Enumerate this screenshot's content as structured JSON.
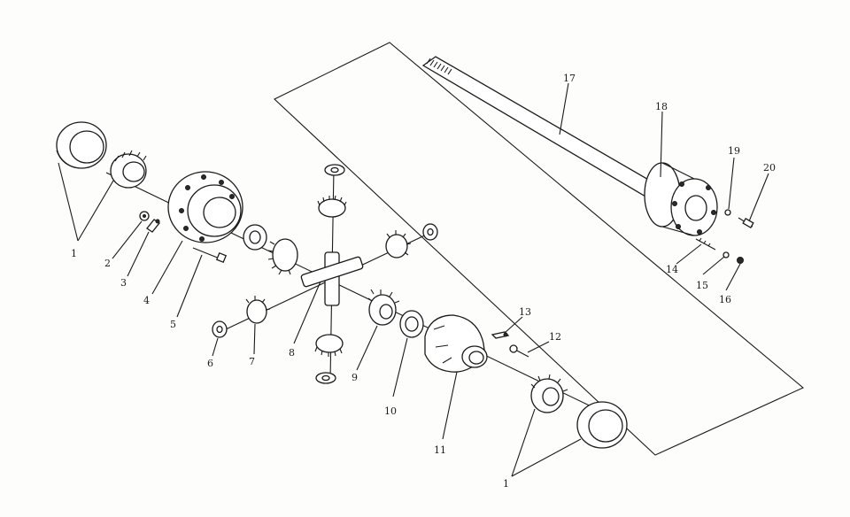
{
  "callouts": {
    "c1a": "1",
    "c1b": "1",
    "c2": "2",
    "c3": "3",
    "c4": "4",
    "c5": "5",
    "c6": "6",
    "c7": "7",
    "c8": "8",
    "c9": "9",
    "c10": "10",
    "c11": "11",
    "c12": "12",
    "c13": "13",
    "c14": "14",
    "c15": "15",
    "c16": "16",
    "c17": "17",
    "c18": "18",
    "c19": "19",
    "c20": "20"
  },
  "parts": [
    {
      "id": "bearing-cup",
      "callout": "1"
    },
    {
      "id": "bearing-cone",
      "callout": "1"
    },
    {
      "id": "bolt-nut",
      "callout": "2"
    },
    {
      "id": "lock-plate",
      "callout": "3"
    },
    {
      "id": "differential-case-flange",
      "callout": "4"
    },
    {
      "id": "case-bolt",
      "callout": "5"
    },
    {
      "id": "pinion-thrust-washer",
      "callout": "6"
    },
    {
      "id": "planet-pinion",
      "callout": "7"
    },
    {
      "id": "cross-shaft",
      "callout": "8"
    },
    {
      "id": "side-gear",
      "callout": "9"
    },
    {
      "id": "side-gear-washer",
      "callout": "10"
    },
    {
      "id": "differential-case-half",
      "callout": "11"
    },
    {
      "id": "bolt",
      "callout": "12"
    },
    {
      "id": "lock-plate-small",
      "callout": "13"
    },
    {
      "id": "stud",
      "callout": "14"
    },
    {
      "id": "washer",
      "callout": "15"
    },
    {
      "id": "nut",
      "callout": "16"
    },
    {
      "id": "axle-shaft",
      "callout": "17"
    },
    {
      "id": "hub-flange",
      "callout": "18"
    },
    {
      "id": "washer-small",
      "callout": "19"
    },
    {
      "id": "screw",
      "callout": "20"
    }
  ]
}
